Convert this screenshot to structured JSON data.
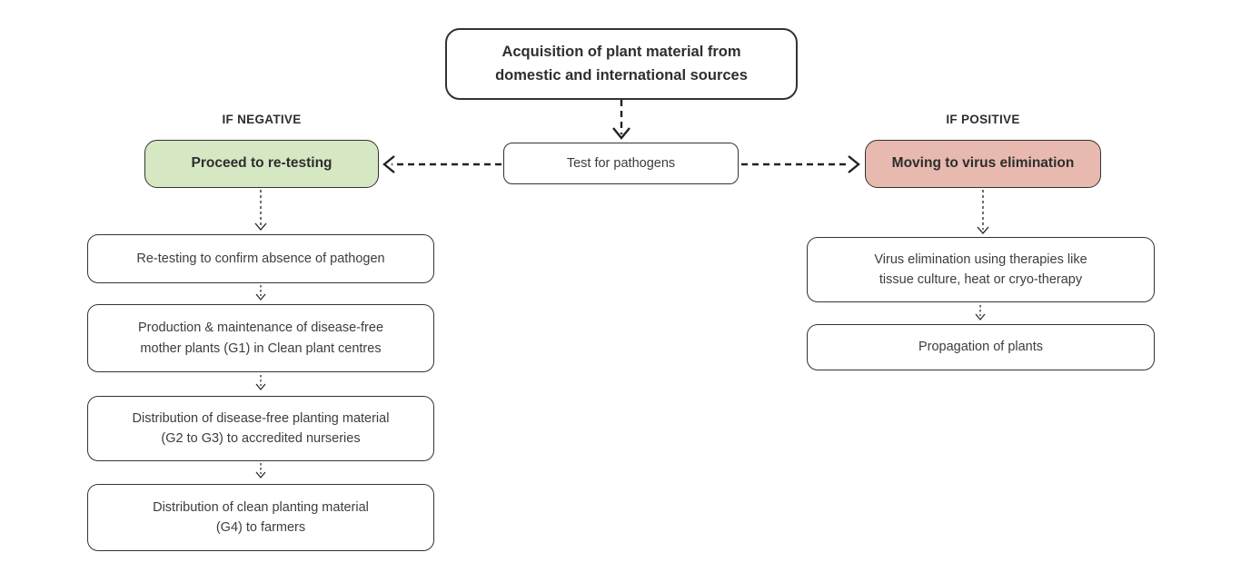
{
  "palette": {
    "background": "#ffffff",
    "box_border": "#333333",
    "text": "#3d3d3d",
    "heading_text": "#2e2e2e",
    "negative_fill": "#d6e8c3",
    "positive_fill": "#e8b9ae",
    "arrow": "#222222"
  },
  "branch_labels": {
    "negative": "IF NEGATIVE",
    "positive": "IF POSITIVE"
  },
  "nodes": {
    "acquisition": "Acquisition of plant material from\ndomestic and international sources",
    "test": "Test for pathogens",
    "proceed": "Proceed to re-testing",
    "moving": "Moving to virus elimination",
    "retesting": "Re-testing to confirm absence of pathogen",
    "production": "Production & maintenance of disease-free\nmother plants (G1) in Clean plant centres",
    "distribution_nurseries": "Distribution of disease-free planting material\n(G2 to G3) to accredited nurseries",
    "distribution_farmers": "Distribution of clean planting material\n(G4) to farmers",
    "virus_elimination": "Virus elimination using therapies like\ntissue culture, heat or cryo-therapy",
    "propagation": "Propagation of plants"
  }
}
